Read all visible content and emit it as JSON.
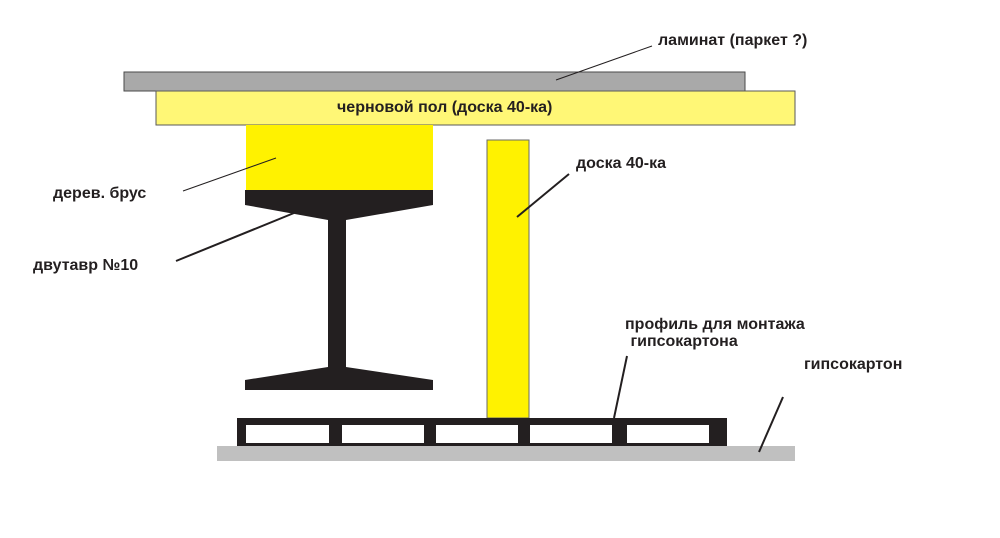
{
  "colors": {
    "laminate": "#a9a9a9",
    "subfloor": "#fff776",
    "wood_beam": "#fff200",
    "board": "#fff200",
    "steel": "#231f20",
    "drywall": "#c0c0c0",
    "outline": "#5a5a5a"
  },
  "labels": {
    "laminate": "ламинат (паркет ?)",
    "subfloor": "черновой пол (доска 40-ка)",
    "wood_beam": "дерев. брус",
    "i_beam": "двутавр №10",
    "board": "доска 40-ка",
    "profile_line1": "профиль для монтажа",
    "profile_line2": " гипсокартона",
    "drywall": "гипсокартон"
  }
}
